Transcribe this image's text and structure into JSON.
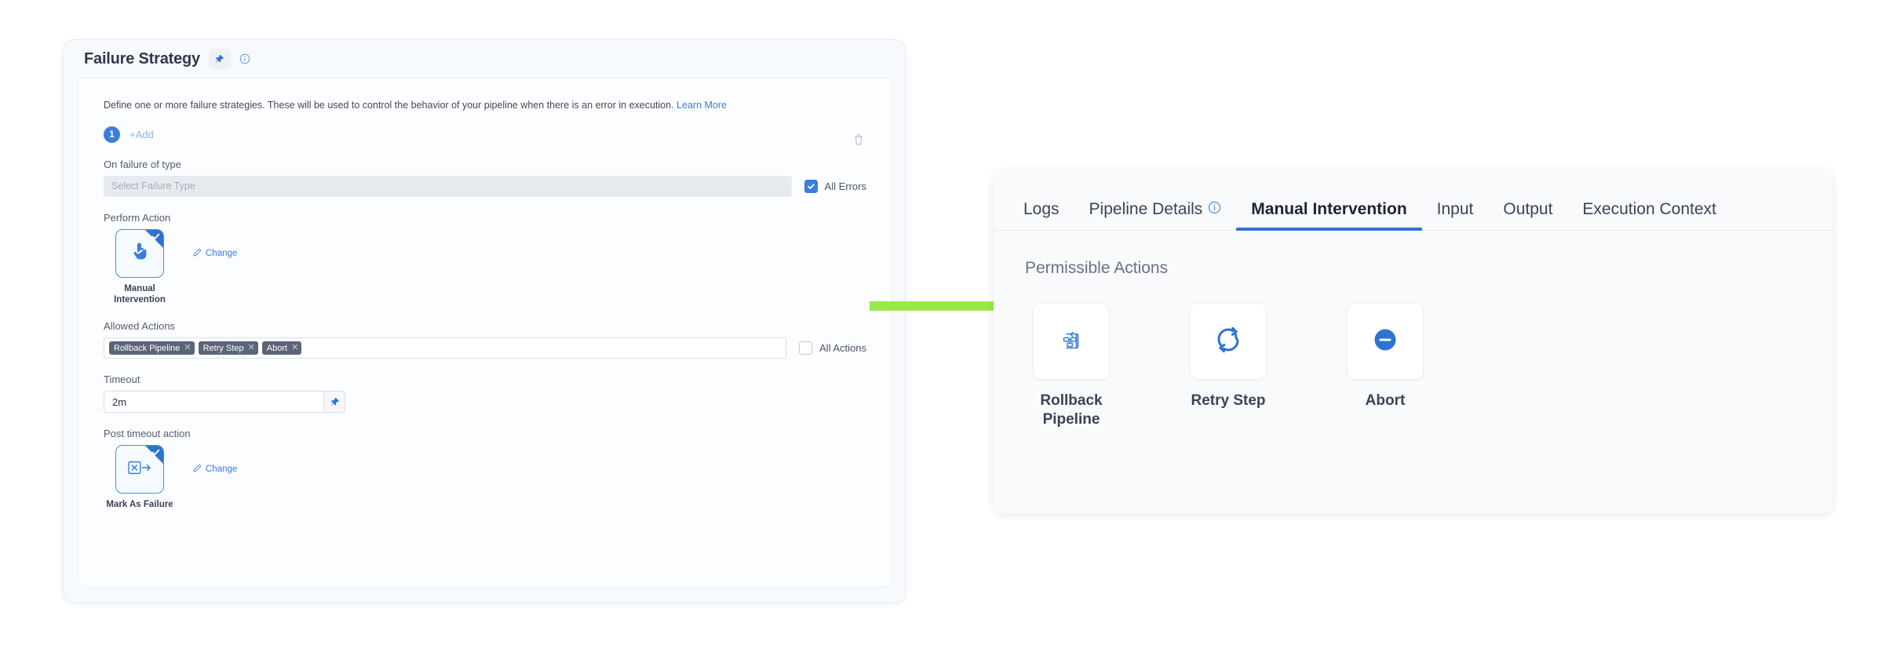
{
  "left_panel": {
    "title": "Failure Strategy",
    "pin_icon": "pin-icon",
    "info_icon": "info-circle-icon",
    "description": "Define one or more failure strategies. These will be used to control the behavior of your pipeline when there is an error in execution.",
    "learn_more": "Learn More",
    "strategy_number": "1",
    "add_label": "+Add",
    "delete_icon": "trash-icon",
    "fields": {
      "failure_type": {
        "label": "On failure of type",
        "placeholder": "Select Failure Type",
        "checkbox_label": "All Errors",
        "checked": true
      },
      "perform_action": {
        "label": "Perform Action",
        "tile_label": "Manual Intervention",
        "tile_icon": "pointing-hand-icon",
        "selected": true,
        "change_label": "Change",
        "change_icon": "pencil-icon"
      },
      "allowed_actions": {
        "label": "Allowed Actions",
        "tags": [
          "Rollback Pipeline",
          "Retry Step",
          "Abort"
        ],
        "checkbox_label": "All Actions",
        "checked": false
      },
      "timeout": {
        "label": "Timeout",
        "value": "2m",
        "pin_icon": "pin-icon"
      },
      "post_timeout_action": {
        "label": "Post timeout action",
        "tile_label": "Mark As Failure",
        "tile_icon": "mark-as-failure-icon",
        "selected": true,
        "change_label": "Change",
        "change_icon": "pencil-icon"
      }
    }
  },
  "connector": {
    "name": "green-arrow",
    "color": "#9BE84B"
  },
  "right_panel": {
    "tabs": [
      {
        "label": "Logs",
        "active": false,
        "icon": null
      },
      {
        "label": "Pipeline Details",
        "active": false,
        "icon": "info-circle-icon"
      },
      {
        "label": "Manual Intervention",
        "active": true,
        "icon": null
      },
      {
        "label": "Input",
        "active": false,
        "icon": null
      },
      {
        "label": "Output",
        "active": false,
        "icon": null
      },
      {
        "label": "Execution Context",
        "active": false,
        "icon": null
      }
    ],
    "section_title": "Permissible Actions",
    "actions": [
      {
        "label": "Rollback Pipeline",
        "icon": "rollback-pipeline-icon"
      },
      {
        "label": "Retry Step",
        "icon": "retry-refresh-icon"
      },
      {
        "label": "Abort",
        "icon": "abort-minus-circle-icon"
      }
    ]
  },
  "colors": {
    "accent_blue": "#2F73D0",
    "tag_slate": "#5C6478",
    "arrow_green": "#9BE84B"
  }
}
